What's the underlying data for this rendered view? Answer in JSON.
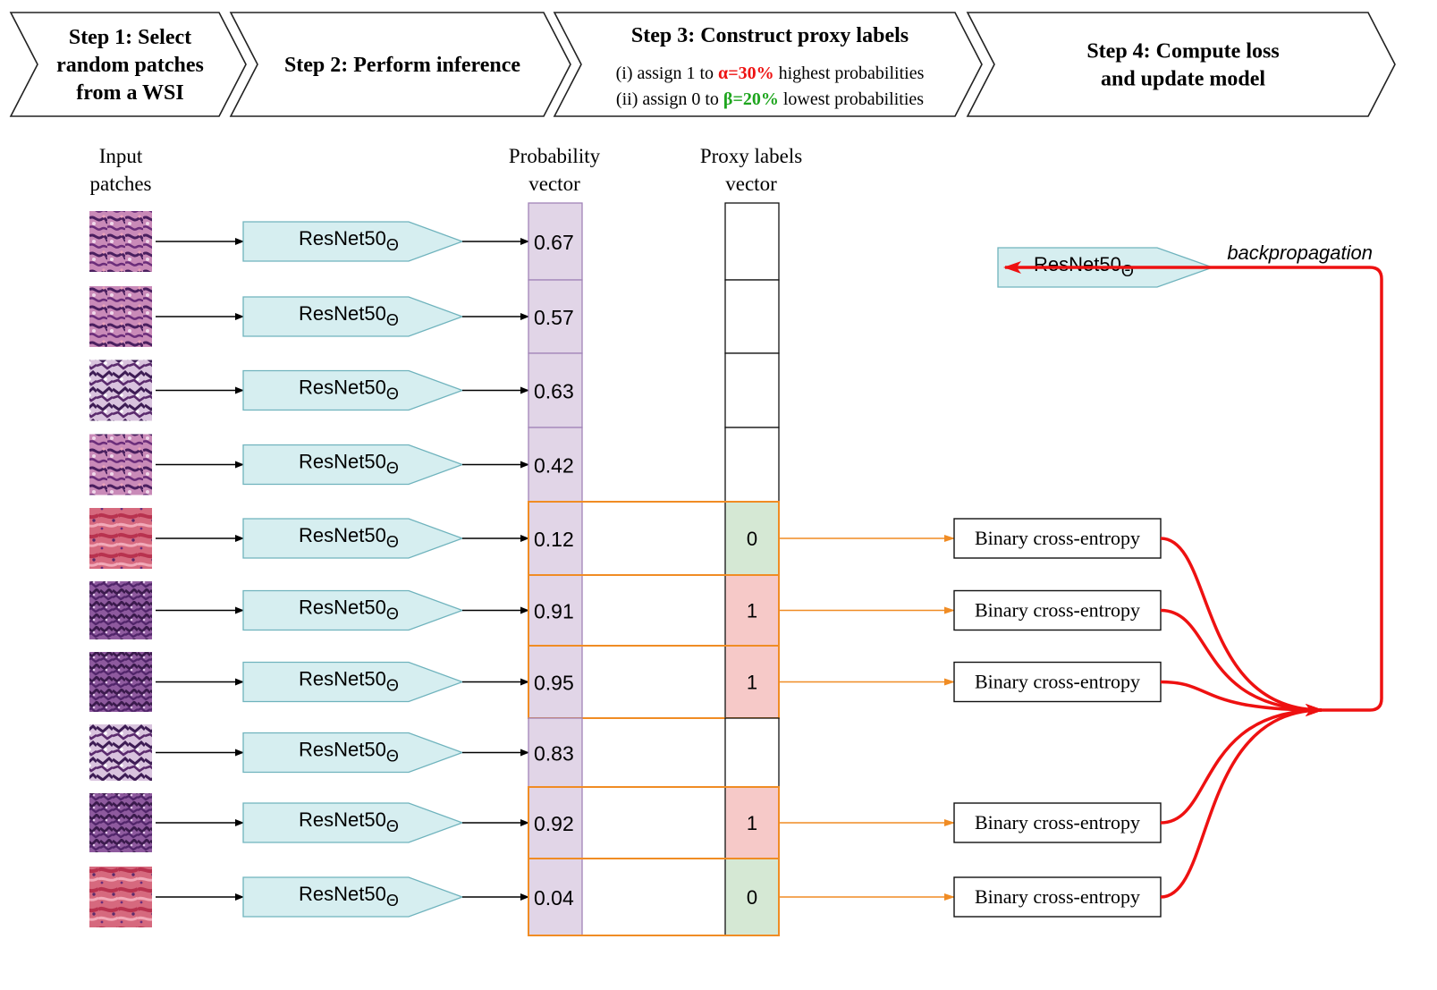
{
  "colors": {
    "resnet_fill": "#d6eef0",
    "resnet_stroke": "#6fb3bd",
    "prob_fill": "#e1d5e7",
    "prob_stroke": "#a184b8",
    "label_one_fill": "#f6c9c8",
    "label_zero_fill": "#d5e8d4",
    "selected_outline": "#f08c24",
    "alpha_red": "#ee1111",
    "beta_green": "#1ea51e",
    "backprop_red": "#ee1111"
  },
  "steps": [
    {
      "lines": [
        "Step 1: Select",
        "random patches",
        "from a WSI"
      ]
    },
    {
      "lines": [
        "Step 2: Perform inference"
      ]
    },
    {
      "title": "Step 3: Construct proxy labels",
      "rule1": {
        "pre": "(i) assign 1 to ",
        "highlight": "α=30%",
        "post": " highest probabilities"
      },
      "rule2": {
        "pre": "(ii) assign 0 to ",
        "highlight": "β=20%",
        "post": " lowest probabilities"
      }
    },
    {
      "lines": [
        "Step 4: Compute loss",
        "and update model"
      ]
    }
  ],
  "headers": {
    "input": [
      "Input",
      "patches"
    ],
    "prob": [
      "Probability",
      "vector"
    ],
    "proxy": [
      "Proxy labels",
      "vector"
    ]
  },
  "model": {
    "name": "ResNet50",
    "subscript": "Θ"
  },
  "backprop_label": "backpropagation",
  "rows": [
    {
      "patch": "patch-pink-purple",
      "prob": "0.67",
      "label": "",
      "selected": false
    },
    {
      "patch": "patch-pink-purple",
      "prob": "0.57",
      "label": "",
      "selected": false
    },
    {
      "patch": "patch-purple-white",
      "prob": "0.63",
      "label": "",
      "selected": false
    },
    {
      "patch": "patch-pink-purple",
      "prob": "0.42",
      "label": "",
      "selected": false
    },
    {
      "patch": "patch-pink",
      "prob": "0.12",
      "label": "0",
      "selected": true
    },
    {
      "patch": "patch-purple",
      "prob": "0.91",
      "label": "1",
      "selected": true
    },
    {
      "patch": "patch-purple",
      "prob": "0.95",
      "label": "1",
      "selected": true
    },
    {
      "patch": "patch-purple-white",
      "prob": "0.83",
      "label": "",
      "selected": false
    },
    {
      "patch": "patch-purple",
      "prob": "0.92",
      "label": "1",
      "selected": true
    },
    {
      "patch": "patch-pink",
      "prob": "0.04",
      "label": "0",
      "selected": true
    }
  ],
  "loss_label": "Binary cross-entropy"
}
